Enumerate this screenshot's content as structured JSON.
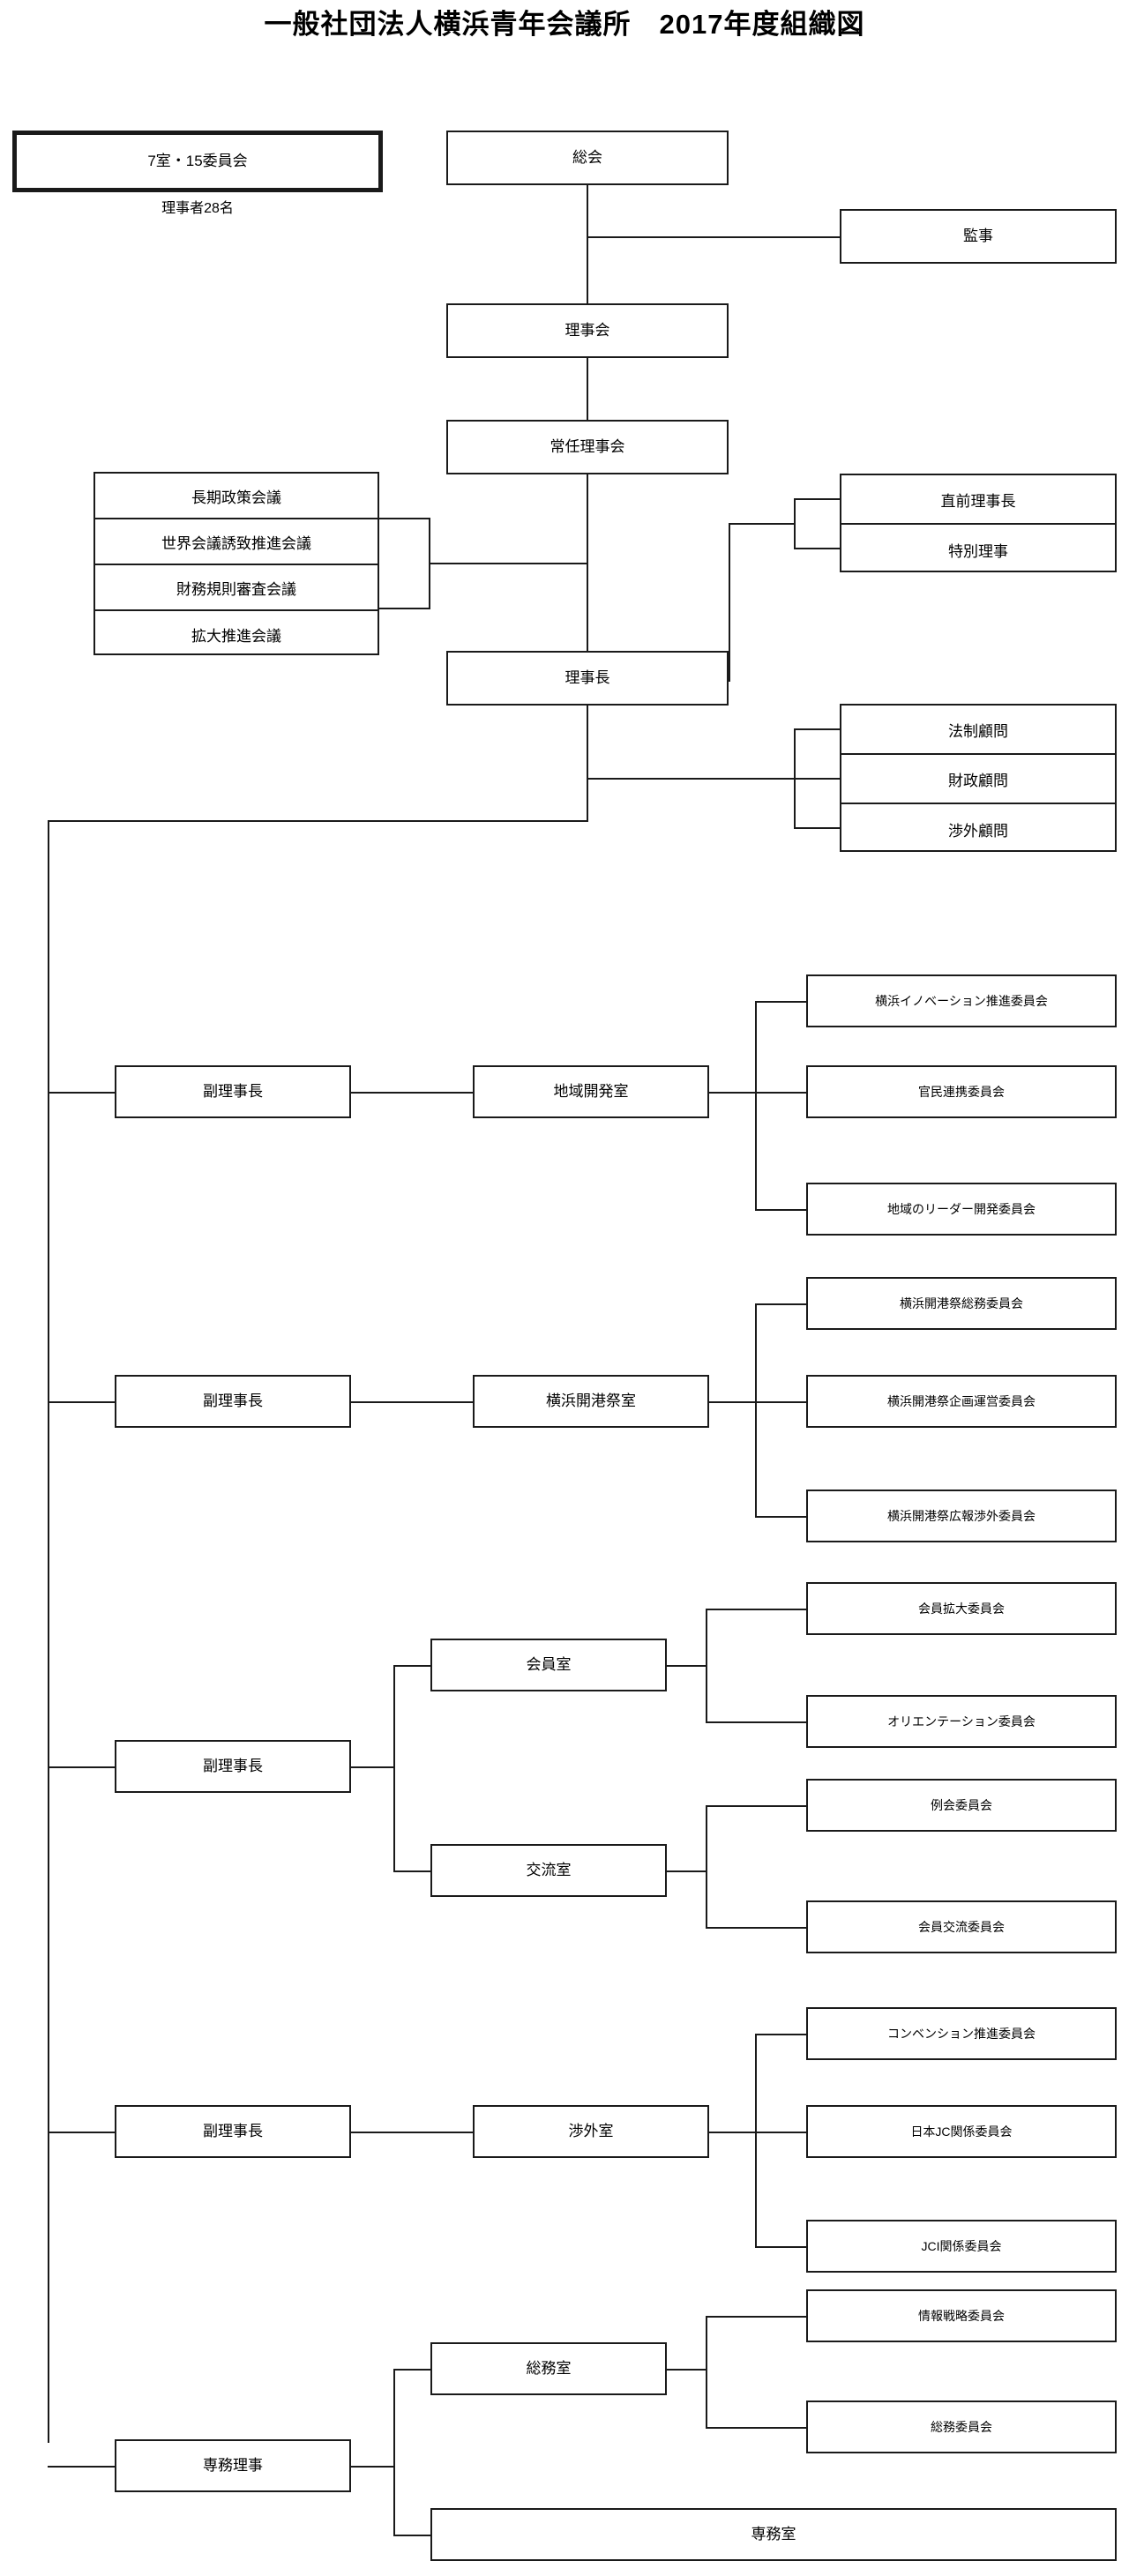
{
  "title": "一般社団法人横浜青年会議所　2017年度組織図",
  "summary": {
    "box_label": "7室・15委員会",
    "caption": "理事者28名"
  },
  "governance": {
    "general_assembly": "総会",
    "auditor": "監事",
    "board": "理事会",
    "standing_board": "常任理事会",
    "president": "理事長"
  },
  "councils": [
    "長期政策会議",
    "世界会議誘致推進会議",
    "財務規則審査会議",
    "拡大推進会議"
  ],
  "special_directors": [
    "直前理事長",
    "特別理事"
  ],
  "advisors": [
    "法制顧問",
    "財政顧問",
    "渉外顧問"
  ],
  "branches": [
    {
      "officer": "副理事長",
      "rooms": [
        {
          "name": "地域開発室",
          "committees": [
            "横浜イノベーション推進委員会",
            "官民連携委員会",
            "地域のリーダー開発委員会"
          ]
        }
      ]
    },
    {
      "officer": "副理事長",
      "rooms": [
        {
          "name": "横浜開港祭室",
          "committees": [
            "横浜開港祭総務委員会",
            "横浜開港祭企画運営委員会",
            "横浜開港祭広報渉外委員会"
          ]
        }
      ]
    },
    {
      "officer": "副理事長",
      "rooms": [
        {
          "name": "会員室",
          "committees": [
            "会員拡大委員会",
            "オリエンテーション委員会"
          ]
        },
        {
          "name": "交流室",
          "committees": [
            "例会委員会",
            "会員交流委員会"
          ]
        }
      ]
    },
    {
      "officer": "副理事長",
      "rooms": [
        {
          "name": "渉外室",
          "committees": [
            "コンベンション推進委員会",
            "日本JC関係委員会",
            "JCI関係委員会"
          ]
        }
      ]
    },
    {
      "officer": "専務理事",
      "rooms": [
        {
          "name": "総務室",
          "committees": [
            "情報戦略委員会",
            "総務委員会"
          ]
        },
        {
          "name": "専務室",
          "committees": []
        }
      ]
    }
  ],
  "colors": {
    "line": "#1a1a1a",
    "background": "#ffffff",
    "text": "#000000"
  }
}
